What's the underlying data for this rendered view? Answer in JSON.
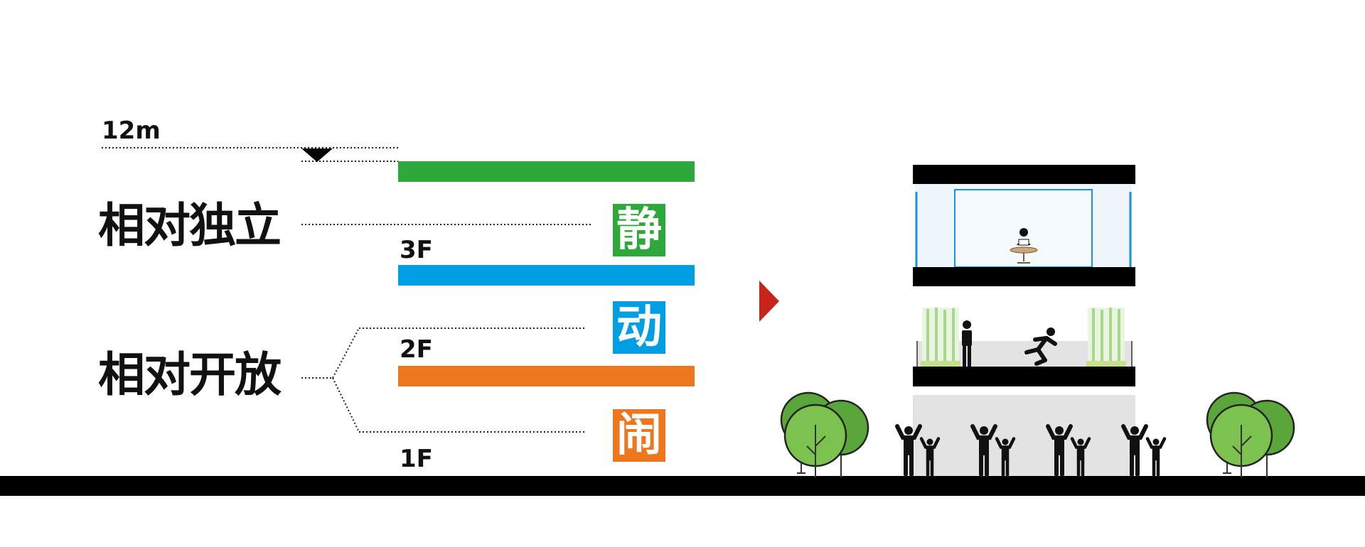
{
  "height_marker": {
    "label": "12m"
  },
  "zones": [
    {
      "label": "相对独立"
    },
    {
      "label": "相对开放"
    }
  ],
  "floors": [
    {
      "label": "3F"
    },
    {
      "label": "2F"
    },
    {
      "label": "1F"
    }
  ],
  "bands": [
    {
      "color": "#2ea73b"
    },
    {
      "color": "#009fe3"
    },
    {
      "color": "#ec771f"
    }
  ],
  "tiles": [
    {
      "char": "静",
      "color": "#2ea73b"
    },
    {
      "char": "动",
      "color": "#009fe3"
    },
    {
      "char": "闹",
      "color": "#ec771f"
    }
  ],
  "colors": {
    "arrow": "#c8241e",
    "slab": "#000000",
    "glass": "#1a94d8",
    "tree_light": "#7cc24e",
    "tree_dark": "#5aa63a",
    "plaza": "#e3e3e3",
    "bamboo": "#a6d78a"
  },
  "icons": [
    "down-triangle-icon",
    "right-arrow-icon",
    "reading-person-icon",
    "running-person-icon",
    "standing-person-icon",
    "cheering-person-icon",
    "tree-icon",
    "bamboo-planter-icon"
  ]
}
